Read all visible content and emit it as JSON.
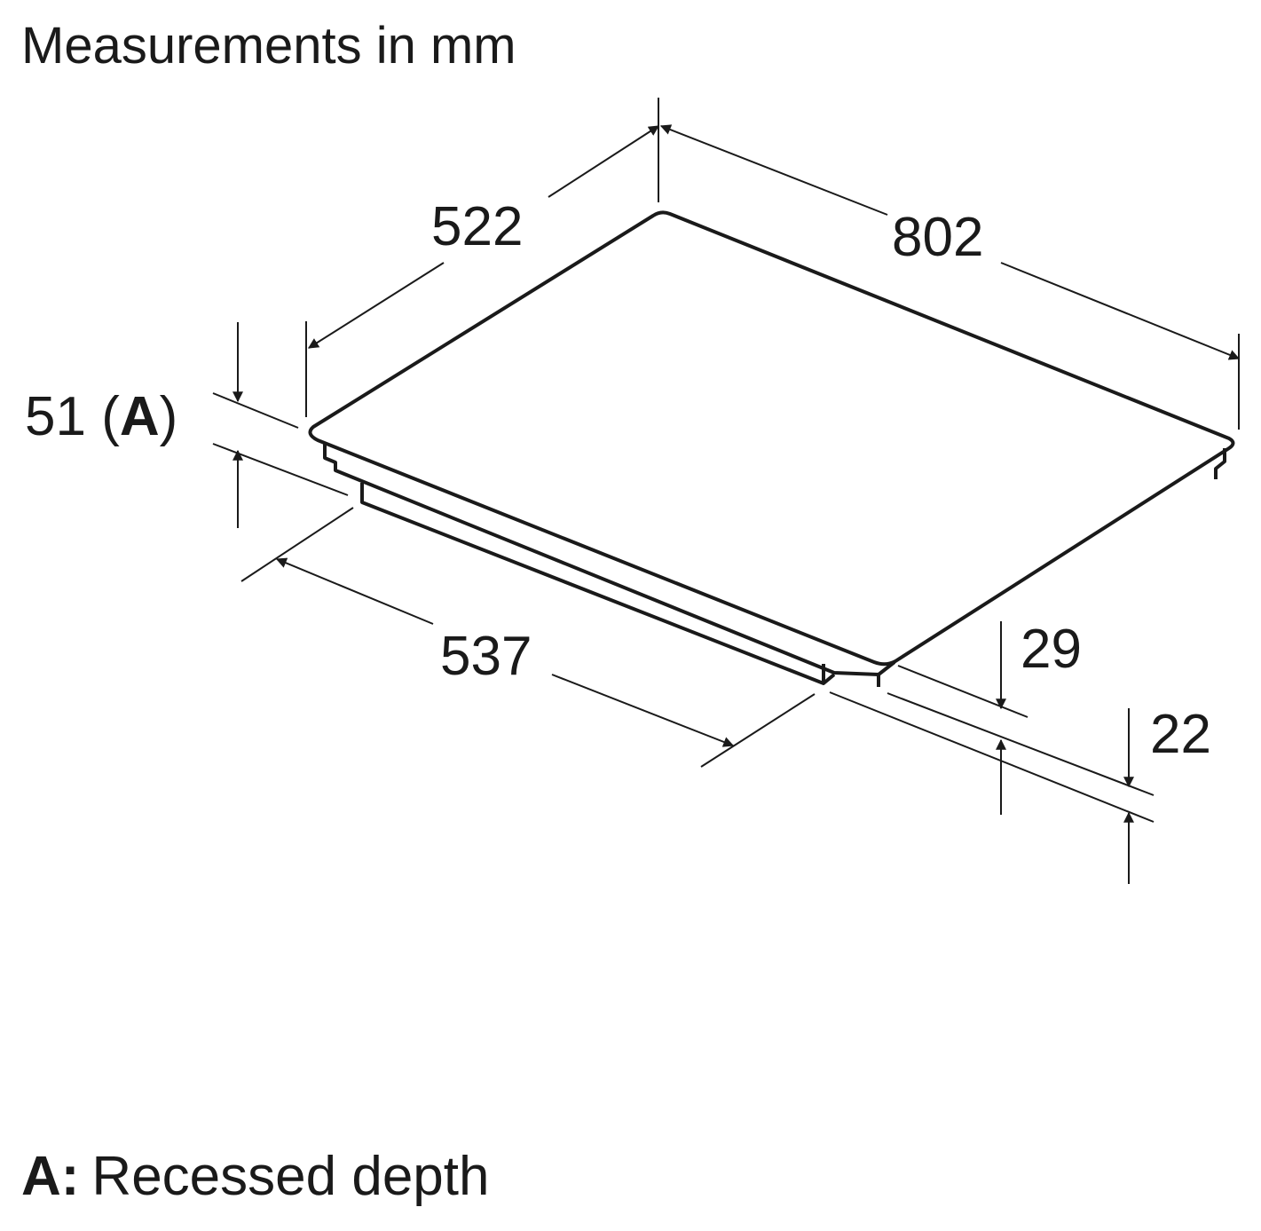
{
  "title": "Measurements in mm",
  "dimensions": {
    "depth": "522",
    "width": "802",
    "cutout_width": "537",
    "recess_number": "51",
    "recess_label": "A",
    "glass_height": "29",
    "base_height": "22"
  },
  "legend": {
    "key": "A:",
    "text": "Recessed depth"
  },
  "colors": {
    "line": "#1a1a1a",
    "background": "#ffffff"
  }
}
